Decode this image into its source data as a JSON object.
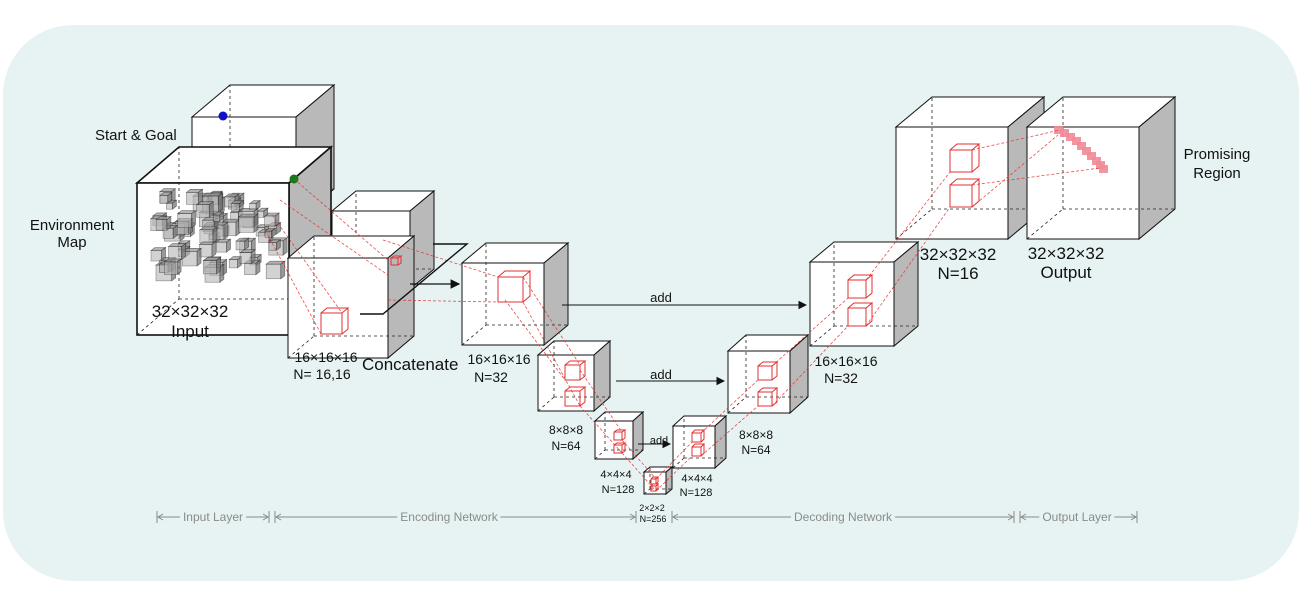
{
  "labels": {
    "start_goal": "Start & Goal",
    "environment_map": "Environment\nMap",
    "input_dims": "32×32×32",
    "input_name": "Input",
    "concat_dims": "16×16×16",
    "concat_n": "N= 16,16",
    "concatenate": "Concatenate",
    "enc1_dims": "16×16×16",
    "enc1_n": "N=32",
    "enc2_dims": "8×8×8",
    "enc2_n": "N=64",
    "enc3_dims": "4×4×4",
    "enc3_n": "N=128",
    "bottleneck_dims": "2×2×2",
    "bottleneck_n": "N=256",
    "dec3_dims": "4×4×4",
    "dec3_n": "N=128",
    "dec2_dims": "8×8×8",
    "dec2_n": "N=64",
    "dec1_dims": "16×16×16",
    "dec1_n": "N=32",
    "dec0_dims": "32×32×32",
    "dec0_n": "N=16",
    "output_dims": "32×32×32",
    "output_name": "Output",
    "promising_region": "Promising\nRegion",
    "add_1": "add",
    "add_2": "add",
    "add_3": "add"
  },
  "sections": {
    "input_layer": "Input Layer",
    "encoding_network": "Encoding Network",
    "decoding_network": "Decoding Network",
    "output_layer": "Output Layer"
  },
  "colors": {
    "background_panel": "#e6f3f2",
    "cube_front": "#ffffff",
    "cube_side": "#b9b9b9",
    "cube_top": "#ffffff",
    "kernel_red": "#e23030",
    "start_marker": "#1111cc",
    "goal_marker": "#1a7a1a",
    "output_path": "#f08a96",
    "section_gray": "#8a8a8a"
  }
}
